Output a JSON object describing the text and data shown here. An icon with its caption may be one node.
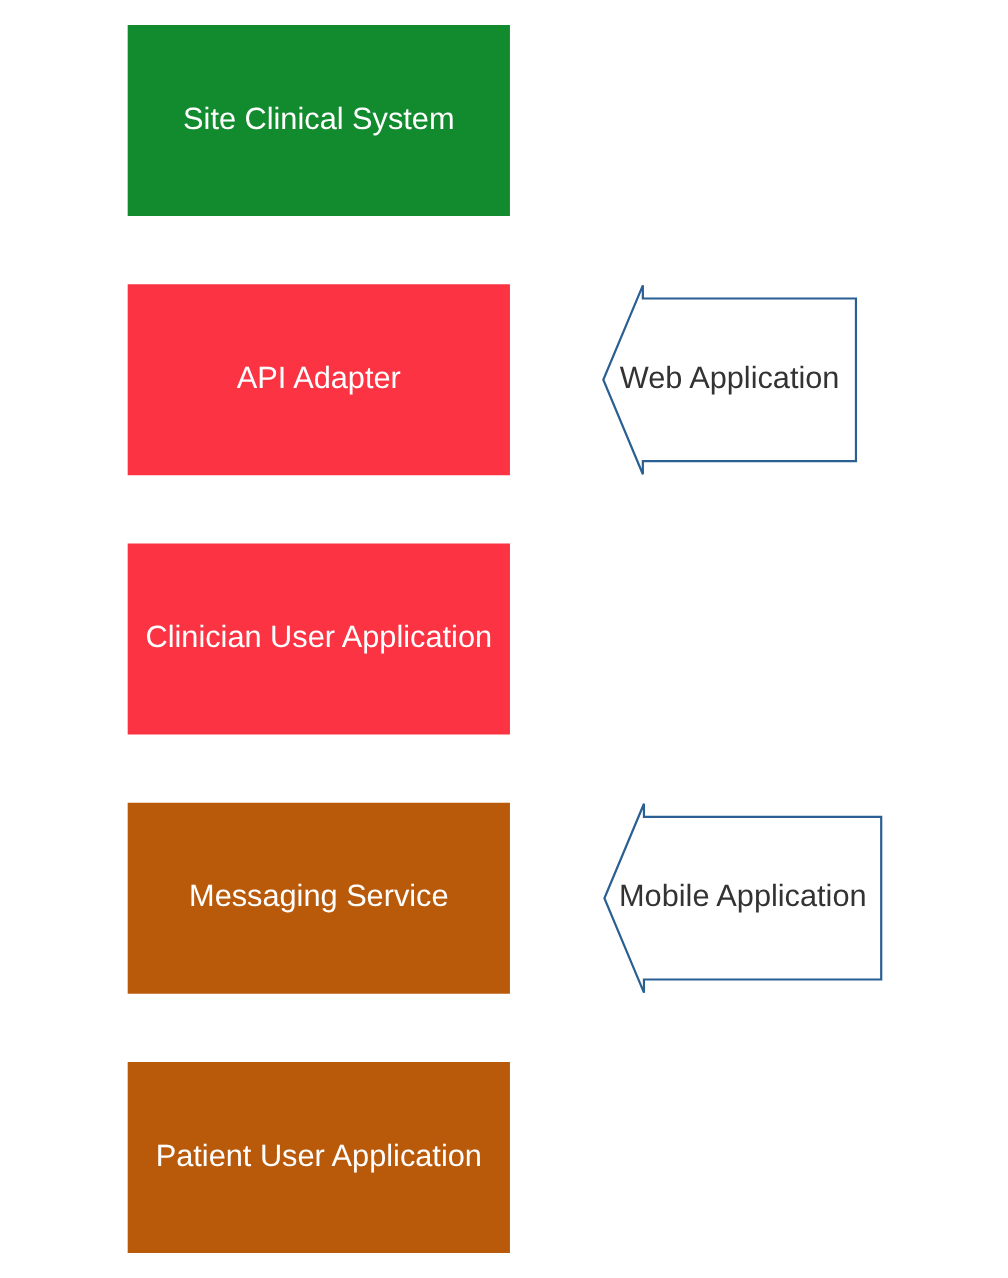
{
  "diagram": {
    "nodes": [
      {
        "text": [
          "Site Clinical System"
        ]
      },
      {
        "text": [
          "API Adapter"
        ]
      },
      {
        "text": [
          "Clinician User Application"
        ]
      },
      {
        "text": [
          "Web Application"
        ]
      },
      {
        "text": [
          "Messaging Service"
        ]
      },
      {
        "text": [
          "Patient User Application"
        ]
      },
      {
        "text": [
          "Mobile Application"
        ]
      }
    ]
  }
}
